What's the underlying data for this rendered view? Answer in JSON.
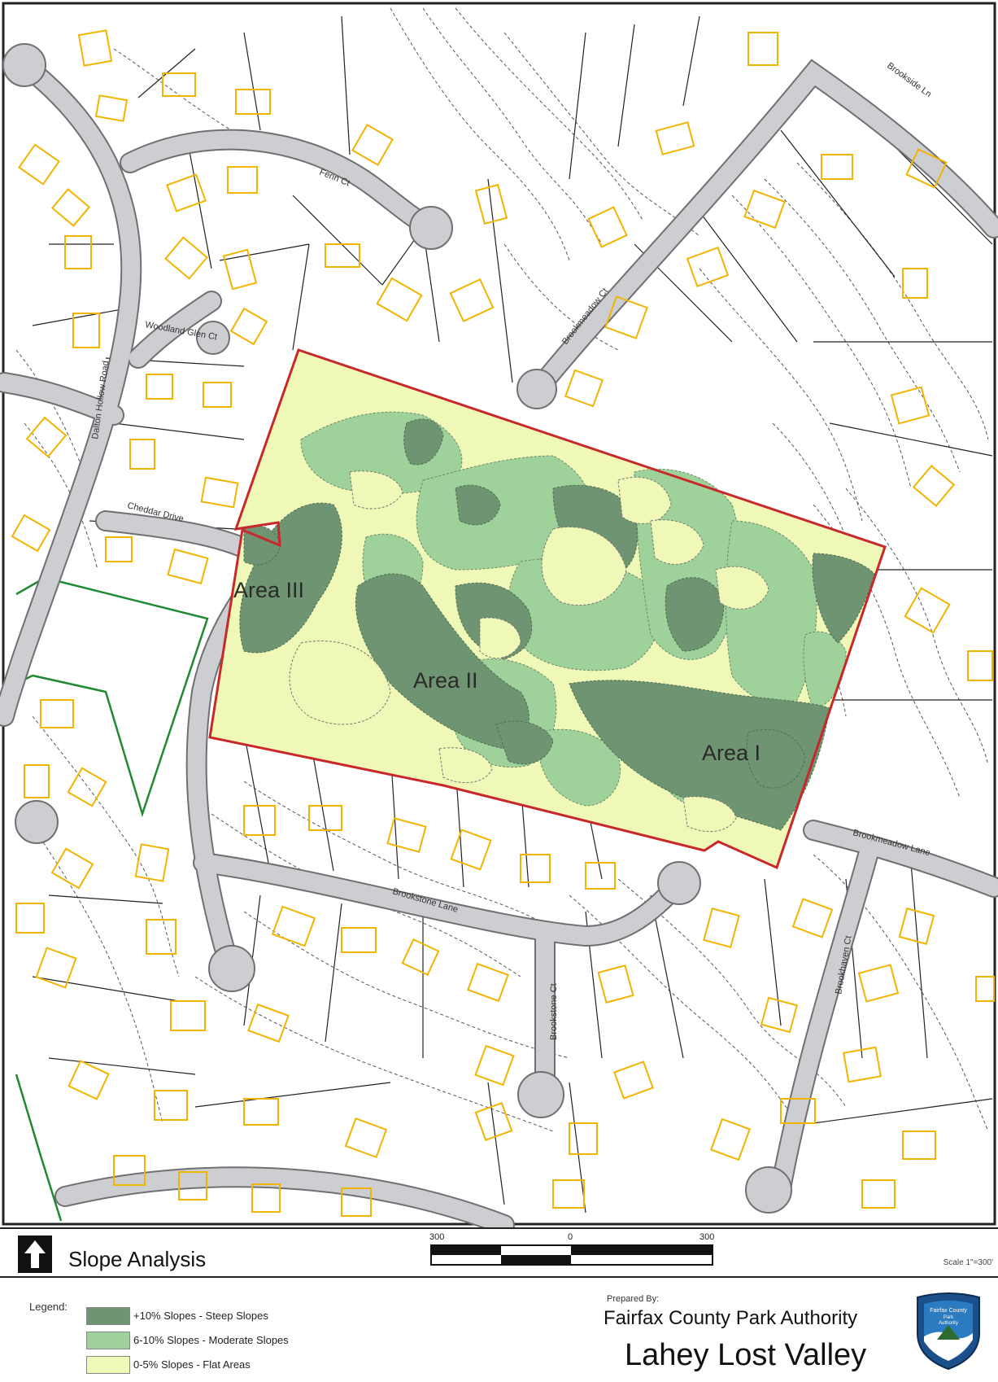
{
  "map": {
    "streets": [
      "Fenn Ct",
      "Woodland Glen Ct",
      "Dalton Hollow Road",
      "Cheddar Drive",
      "Brookstone Lane",
      "Brookstone Ct",
      "Brookmeadow Lane",
      "Brookmeadow Ct",
      "Brookhaven Ct",
      "Brookside Ln"
    ],
    "areas": [
      "Area III",
      "Area II",
      "Area I"
    ]
  },
  "title_bar": {
    "title": "Slope Analysis",
    "scale_left": "300",
    "scale_mid": "0",
    "scale_right": "300",
    "scale_text": "Scale 1\"=300'"
  },
  "legend": {
    "title": "Legend:",
    "items": [
      {
        "label": "+10% Slopes - Steep Slopes",
        "color": "#6e9472"
      },
      {
        "label": "6-10% Slopes - Moderate Slopes",
        "color": "#9fd19a"
      },
      {
        "label": "0-5% Slopes - Flat Areas",
        "color": "#f0f8b8"
      }
    ]
  },
  "credits": {
    "prepared_by": "Prepared By:",
    "authority": "Fairfax County Park Authority",
    "project": "Lahey Lost Valley",
    "seal_text": [
      "Fairfax County",
      "Park",
      "Authority"
    ]
  },
  "colors": {
    "boundary": "#c8282a",
    "road": "#cdced2",
    "building": "#f3b400",
    "park_boundary": "#1f8a32"
  }
}
